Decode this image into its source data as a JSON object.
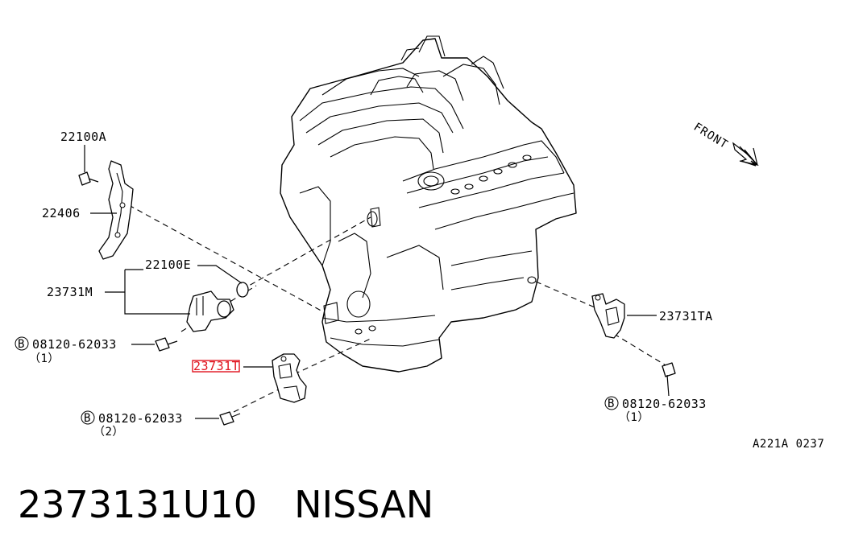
{
  "diagram": {
    "labels": {
      "bracket_bolt": "22100A",
      "bracket": "22406",
      "o_ring": "22100E",
      "sensor_left": "23731M",
      "sensor_center": "23731T",
      "sensor_right": "23731TA",
      "bolt_left": "08120-62033",
      "bolt_left_qty": "（1）",
      "bolt_center": "08120-62033",
      "bolt_center_qty": "（2）",
      "bolt_right": "08120-62033",
      "bolt_right_qty": "（1）",
      "bolt_symbol": "B",
      "front": "FRONT",
      "reference": "A221A 0237"
    },
    "highlight_color": "#e0141e"
  },
  "footer": {
    "part_number": "2373131U10",
    "brand": "NISSAN"
  }
}
